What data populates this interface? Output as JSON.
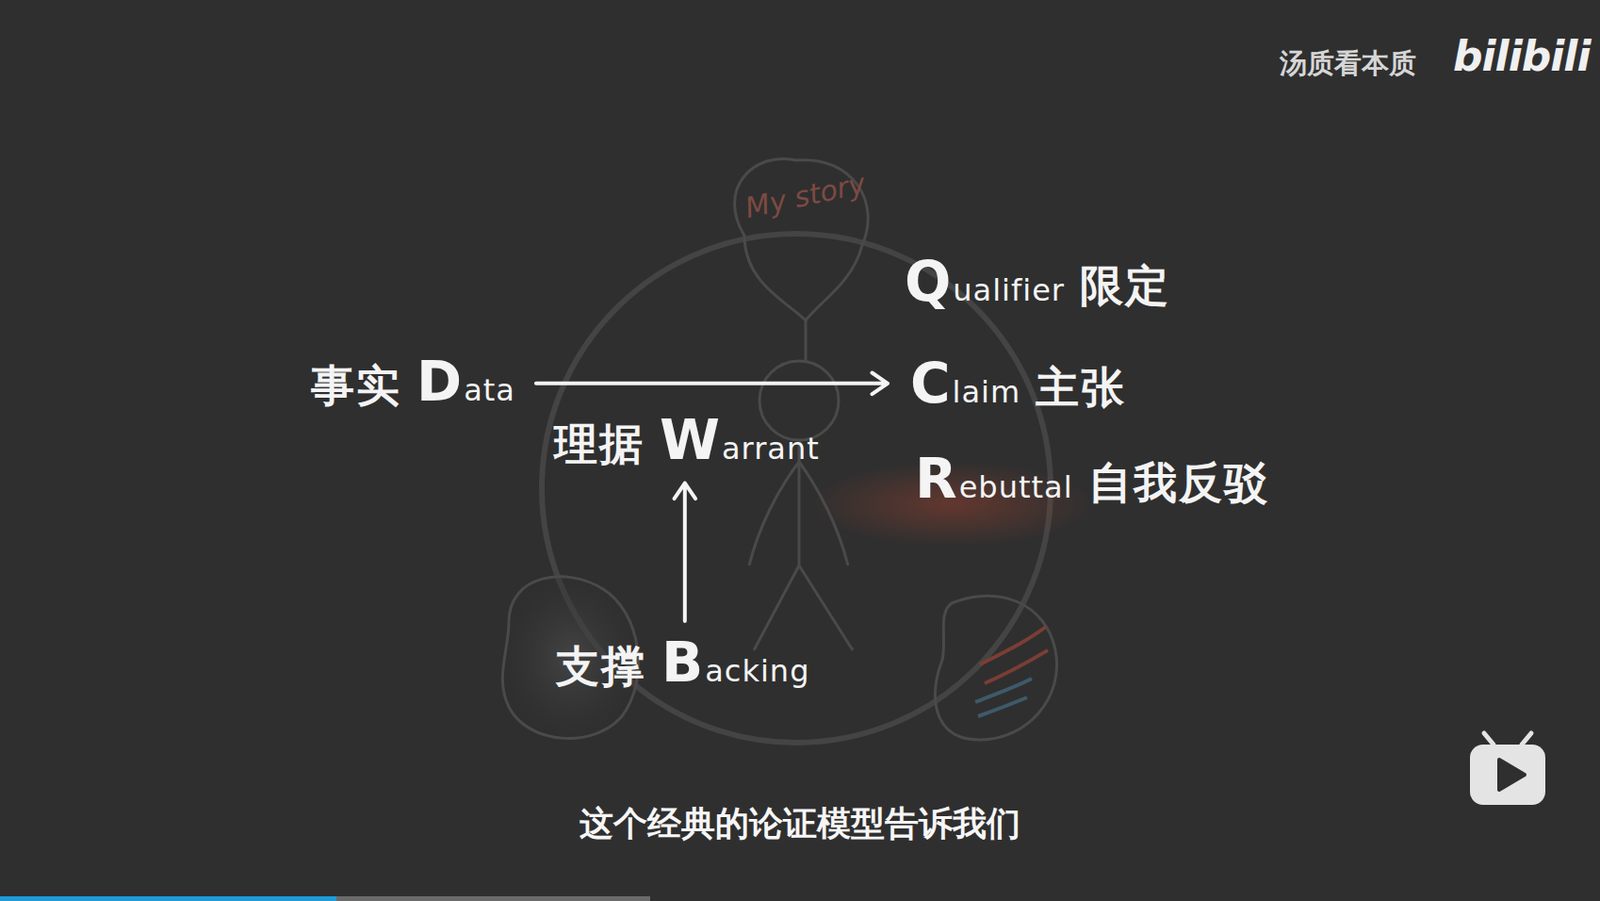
{
  "diagram": {
    "caption": "这个经典的论证模型告诉我们",
    "nodes": [
      {
        "text": [
          "事实",
          "Data"
        ]
      },
      {
        "text": [
          "理据",
          "Warrant"
        ]
      },
      {
        "text": [
          "支撑",
          "Backing"
        ]
      },
      {
        "text": [
          "Qualifier",
          "限定"
        ]
      },
      {
        "text": [
          "Claim",
          "主张"
        ]
      },
      {
        "text": [
          "Rebuttal",
          "自我反驳"
        ]
      }
    ],
    "edges": [
      {
        "from": 0,
        "to": 4,
        "arrow": "to"
      },
      {
        "from": 2,
        "to": 1,
        "arrow": "to"
      }
    ],
    "labels": [
      "汤质看本质",
      "bilibili",
      "My story"
    ]
  }
}
